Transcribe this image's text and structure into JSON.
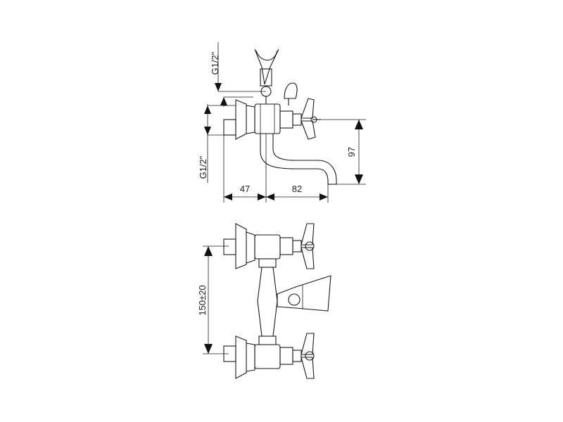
{
  "dimensions": {
    "thread_top": "G1/2\"",
    "thread_bottom": "G1/2\"",
    "depth_left": "47",
    "depth_right": "82",
    "spout_height": "97",
    "inlet_spacing": "150±20"
  },
  "colors": {
    "line": "#1a1a1a",
    "background": "#ffffff"
  }
}
